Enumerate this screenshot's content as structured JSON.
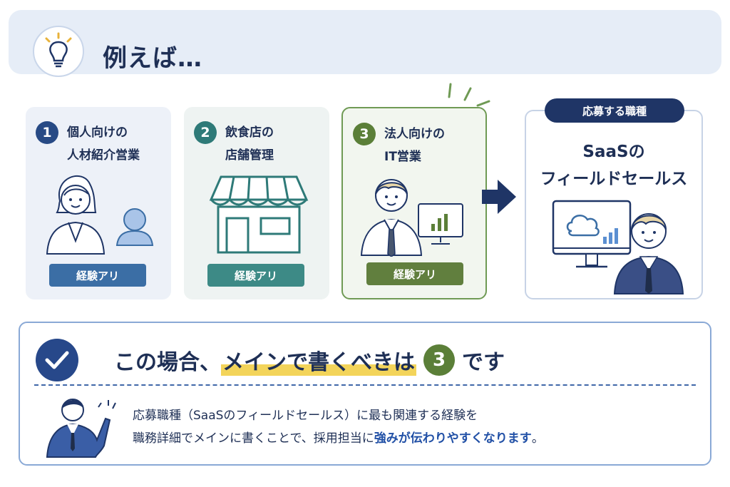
{
  "header": {
    "title": "例えば…"
  },
  "cards": [
    {
      "number": "1",
      "title_line1": "個人向けの",
      "title_line2": "人材紹介営業",
      "badge": "経験アリ"
    },
    {
      "number": "2",
      "title_line1": "飲食店の",
      "title_line2": "店舗管理",
      "badge": "経験アリ"
    },
    {
      "number": "3",
      "title_line1": "法人向けの",
      "title_line2": "IT営業",
      "badge": "経験アリ"
    }
  ],
  "target": {
    "tag": "応募する職種",
    "title_line1": "SaaSの",
    "title_line2": "フィールドセールス"
  },
  "result": {
    "prefix": "この場合、",
    "highlight": "メインで書くべきは",
    "number": "3",
    "suffix": "です",
    "explain_line1": "応募職種（SaaSのフィールドセールス）に最も関連する経験を",
    "explain_line2_prefix": "職務詳細でメインに書くことで、採用担当に",
    "explain_line2_emphasis": "強みが伝わりやすくなります",
    "explain_line2_suffix": "。"
  },
  "colors": {
    "navy": "#1f3566",
    "card1_accent": "#274a85",
    "card2_accent": "#2e7a78",
    "card3_accent": "#5b7f38",
    "highlight": "#f3d45a"
  }
}
